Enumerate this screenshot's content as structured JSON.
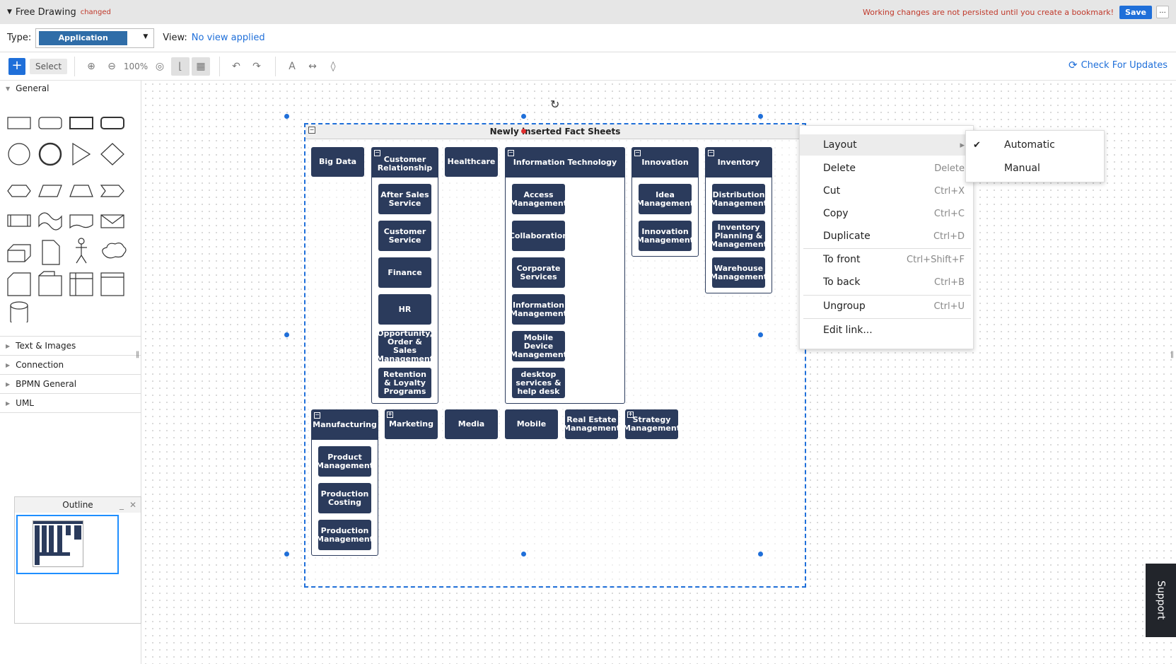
{
  "topbar": {
    "title": "Free Drawing",
    "changed": "changed",
    "warning": "Working changes are not persisted until you create a bookmark!",
    "save": "Save",
    "more": "..."
  },
  "typerow": {
    "type_label": "Type:",
    "type_value": "Application",
    "view_label": "View:",
    "view_value": "No view applied"
  },
  "toolbar": {
    "add": "+",
    "select": "Select",
    "zoom": "100%",
    "check_updates": "Check For Updates"
  },
  "sidebar": {
    "general": "General",
    "sections": [
      "Text & Images",
      "Connection",
      "BPMN General",
      "UML"
    ]
  },
  "outline": {
    "title": "Outline"
  },
  "diagram": {
    "group_title": "Newly inserted Fact Sheets",
    "big_data": "Big Data",
    "customer_relationship": {
      "title": "Customer Relationship",
      "items": [
        "After Sales Service",
        "Customer Service",
        "Finance",
        "HR",
        "Opportunity, Order & Sales Management",
        "Retention & Loyalty Programs"
      ]
    },
    "healthcare": "Healthcare",
    "information_technology": {
      "title": "Information Technology",
      "items": [
        "Access Management",
        "Collaboration",
        "Corporate Services",
        "Information Management",
        "Mobile Device Management",
        "desktop services & help desk"
      ]
    },
    "innovation": {
      "title": "Innovation",
      "items": [
        "Idea Management",
        "Innovation Management"
      ]
    },
    "inventory": {
      "title": "Inventory",
      "items": [
        "Distribution Management",
        "Inventory Planning & Management",
        "Warehouse Management"
      ]
    },
    "manufacturing": {
      "title": "Manufacturing",
      "items": [
        "Product Management",
        "Production Costing",
        "Production Management"
      ]
    },
    "marketing": "Marketing",
    "media": "Media",
    "mobile": "Mobile",
    "real_estate": "Real Estate Management",
    "strategy": "Strategy Management"
  },
  "context_menu": {
    "items": [
      {
        "label": "Layout",
        "shortcut": ""
      },
      {
        "label": "Delete",
        "shortcut": "Delete"
      },
      {
        "label": "Cut",
        "shortcut": "Ctrl+X"
      },
      {
        "label": "Copy",
        "shortcut": "Ctrl+C"
      },
      {
        "label": "Duplicate",
        "shortcut": "Ctrl+D"
      },
      {
        "label": "To front",
        "shortcut": "Ctrl+Shift+F"
      },
      {
        "label": "To back",
        "shortcut": "Ctrl+B"
      },
      {
        "label": "Ungroup",
        "shortcut": "Ctrl+U"
      },
      {
        "label": "Edit link...",
        "shortcut": ""
      }
    ],
    "submenu": [
      "Automatic",
      "Manual"
    ]
  },
  "support": "Support",
  "colors": {
    "accent": "#1f6fd9",
    "node": "#2b3b5c",
    "warning": "#c0392b"
  }
}
